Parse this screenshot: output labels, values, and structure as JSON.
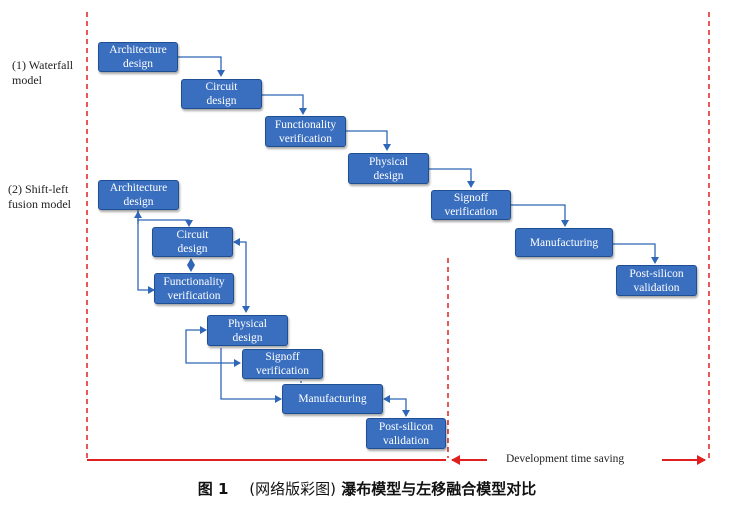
{
  "waterfall": {
    "label_line1": "(1) Waterfall",
    "label_line2": "model",
    "steps": [
      {
        "line1": "Architecture",
        "line2": "design"
      },
      {
        "line1": "Circuit",
        "line2": "design"
      },
      {
        "line1": "Functionality",
        "line2": "verification"
      },
      {
        "line1": "Physical",
        "line2": "design"
      },
      {
        "line1": "Signoff",
        "line2": "verification"
      },
      {
        "line1": "Manufacturing",
        "line2": ""
      },
      {
        "line1": "Post-silicon",
        "line2": "validation"
      }
    ]
  },
  "shiftleft": {
    "label_line1": "(2) Shift-left",
    "label_line2": "fusion model",
    "steps": [
      {
        "line1": "Architecture",
        "line2": "design"
      },
      {
        "line1": "Circuit",
        "line2": "design"
      },
      {
        "line1": "Functionality",
        "line2": "verification"
      },
      {
        "line1": "Physical",
        "line2": "design"
      },
      {
        "line1": "Signoff",
        "line2": "verification"
      },
      {
        "line1": "Manufacturing",
        "line2": ""
      },
      {
        "line1": "Post-silicon",
        "line2": "validation"
      }
    ]
  },
  "time_saving_label": "Development time saving",
  "caption": {
    "figure": "图 1",
    "paren": "(网络版彩图)",
    "text": "瀑布模型与左移融合模型对比"
  },
  "colors": {
    "box_fill": "#3a6fbf",
    "box_border": "#1f4f93",
    "arrow": "#2f66b8",
    "dashed_line": "#e02020",
    "timeline": "#e02020"
  }
}
